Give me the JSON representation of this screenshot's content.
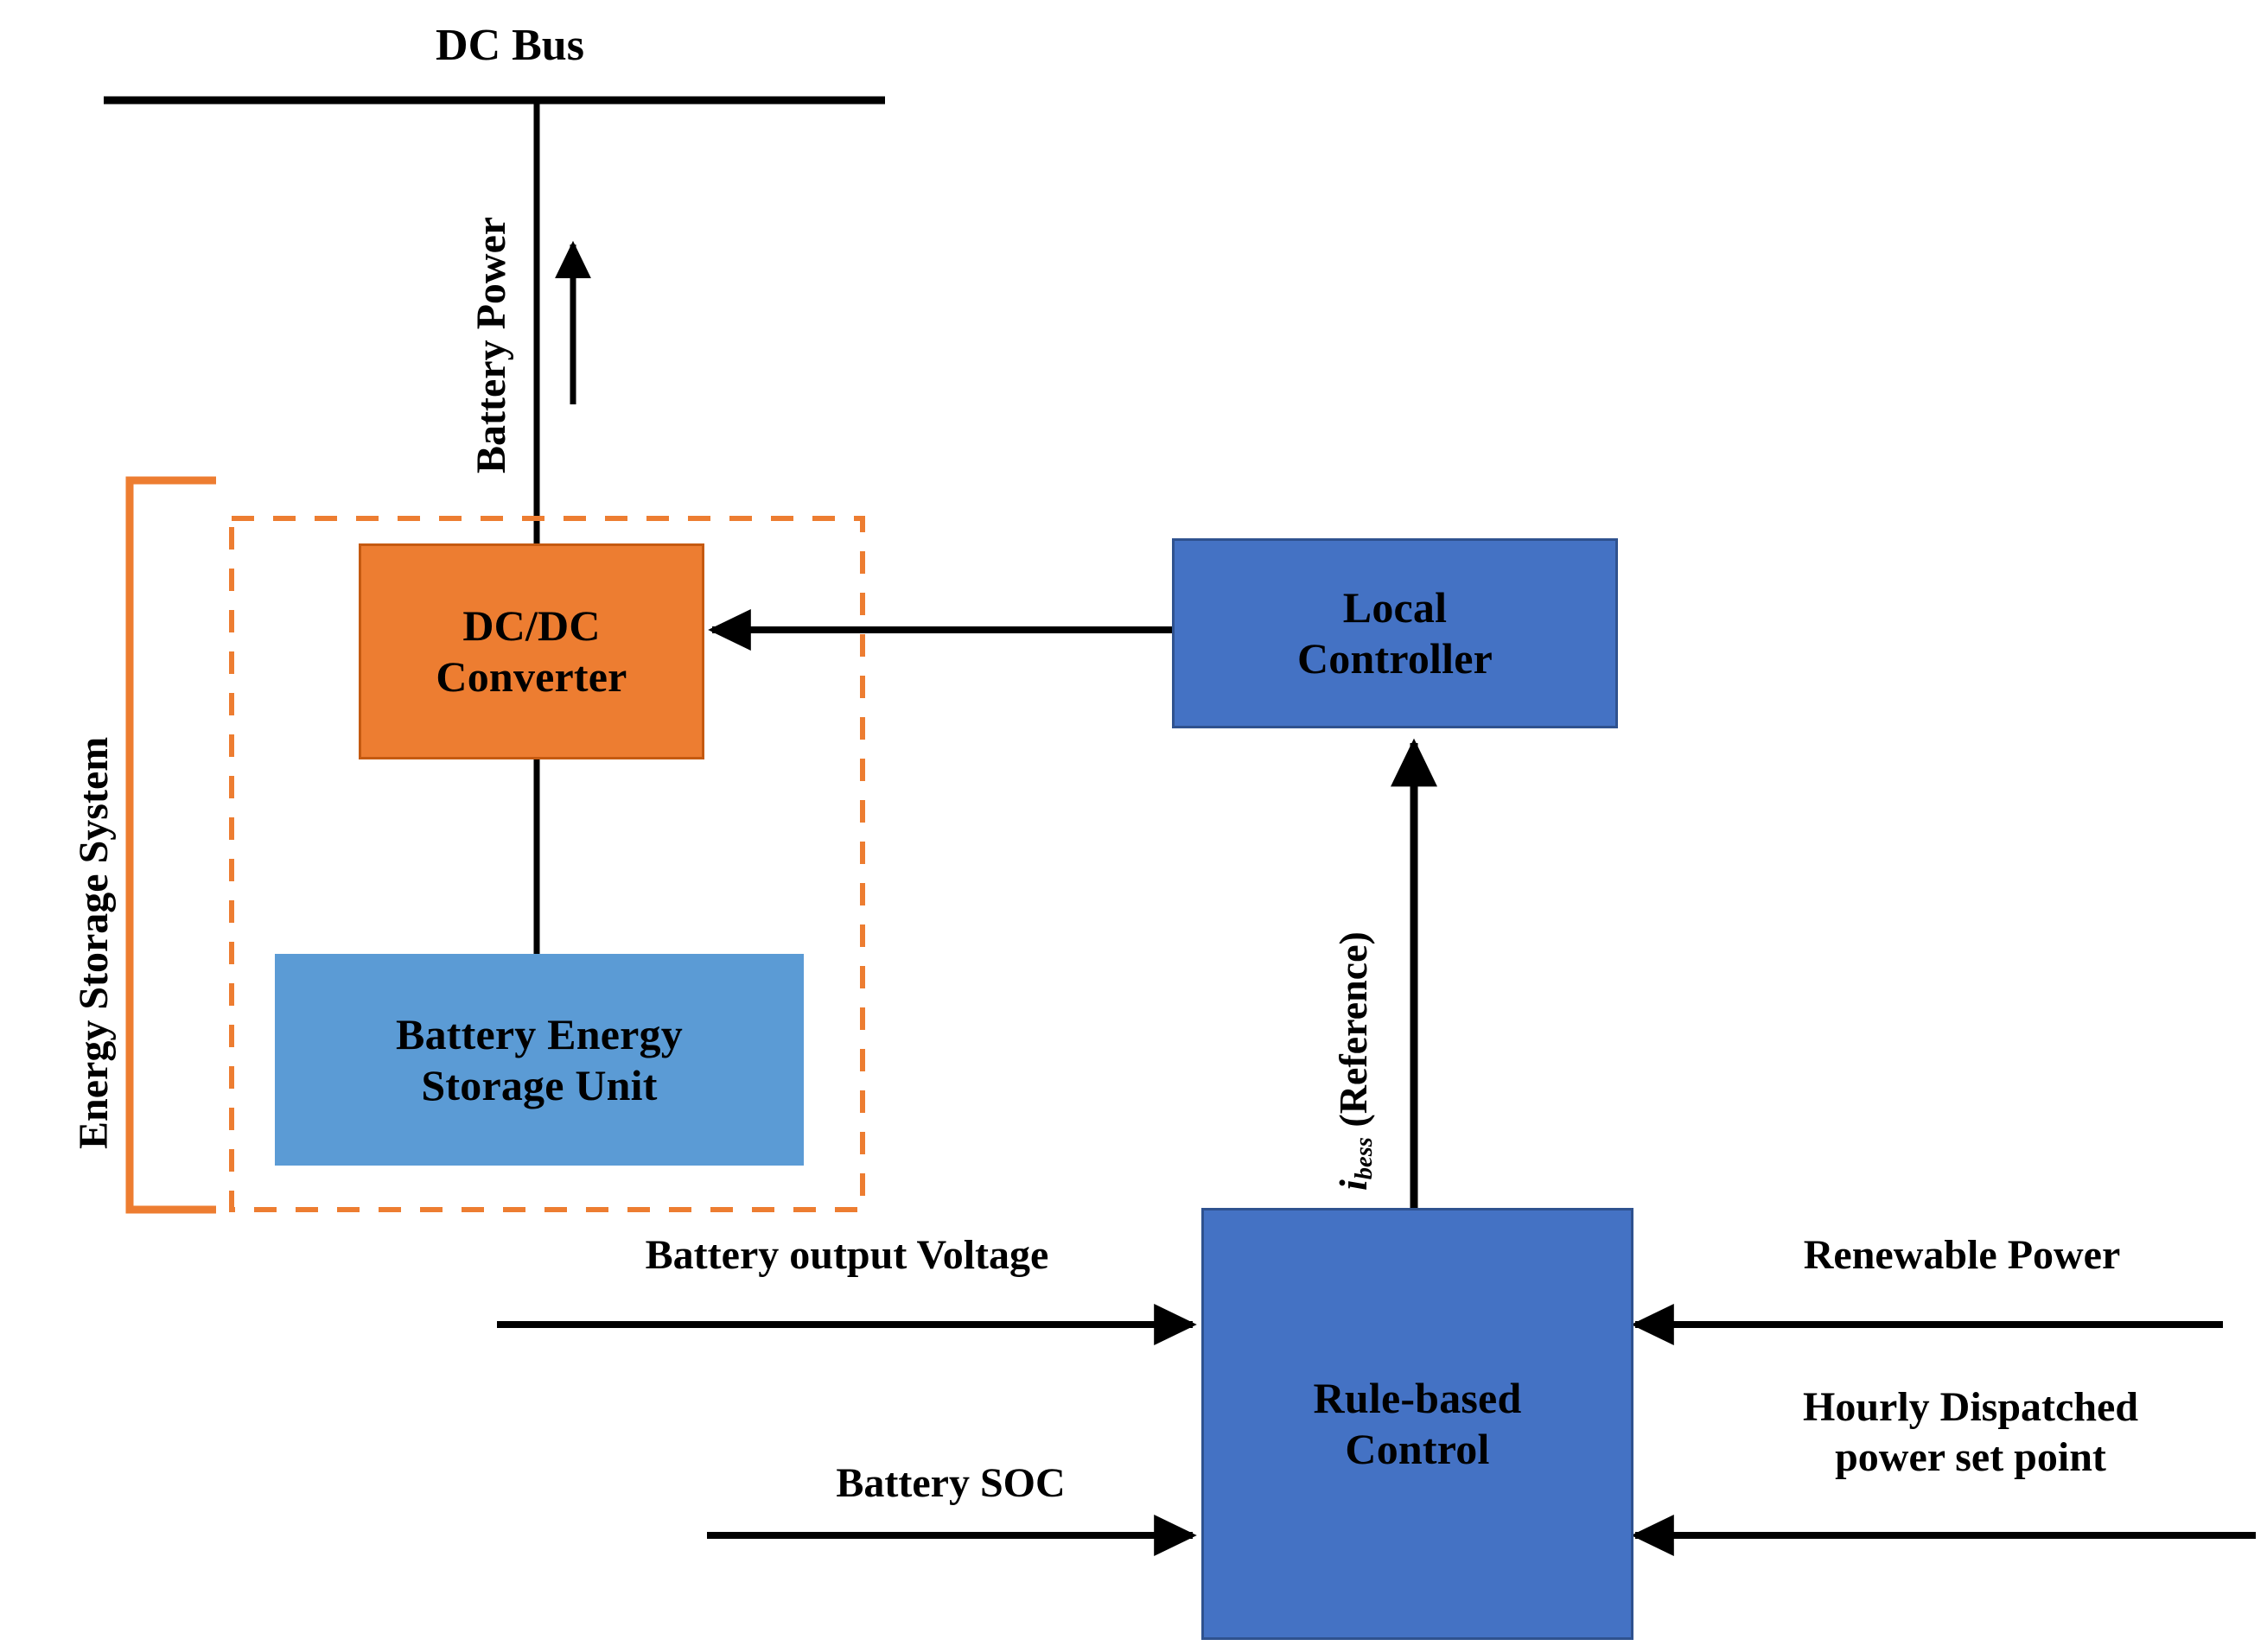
{
  "diagram": {
    "title": "Energy storage system rule-based control block diagram",
    "colors": {
      "converter_fill": "#ED7D31",
      "converter_stroke": "#C55A11",
      "battery_fill": "#5B9BD5",
      "controller_fill": "#4472C4",
      "controller_stroke": "#2F528F",
      "bracket": "#ED7D31",
      "dashed_boundary": "#ED7D31",
      "line": "#000000"
    }
  },
  "labels": {
    "dc_bus": "DC Bus",
    "battery_power": "Battery Power",
    "energy_storage_system": "Energy Storage System",
    "reference_symbol": "i",
    "reference_subscript": "bess",
    "reference_suffix": " (Reference)",
    "battery_output_voltage": "Battery output Voltage",
    "battery_soc": "Battery SOC",
    "renewable_power": "Renewable Power",
    "hourly_dispatched": "Hourly Dispatched\npower set point"
  },
  "nodes": {
    "dcdc_converter": "DC/DC\nConverter",
    "battery_unit": "Battery Energy\nStorage Unit",
    "local_controller": "Local\nController",
    "rule_based_control": "Rule-based\nControl"
  }
}
